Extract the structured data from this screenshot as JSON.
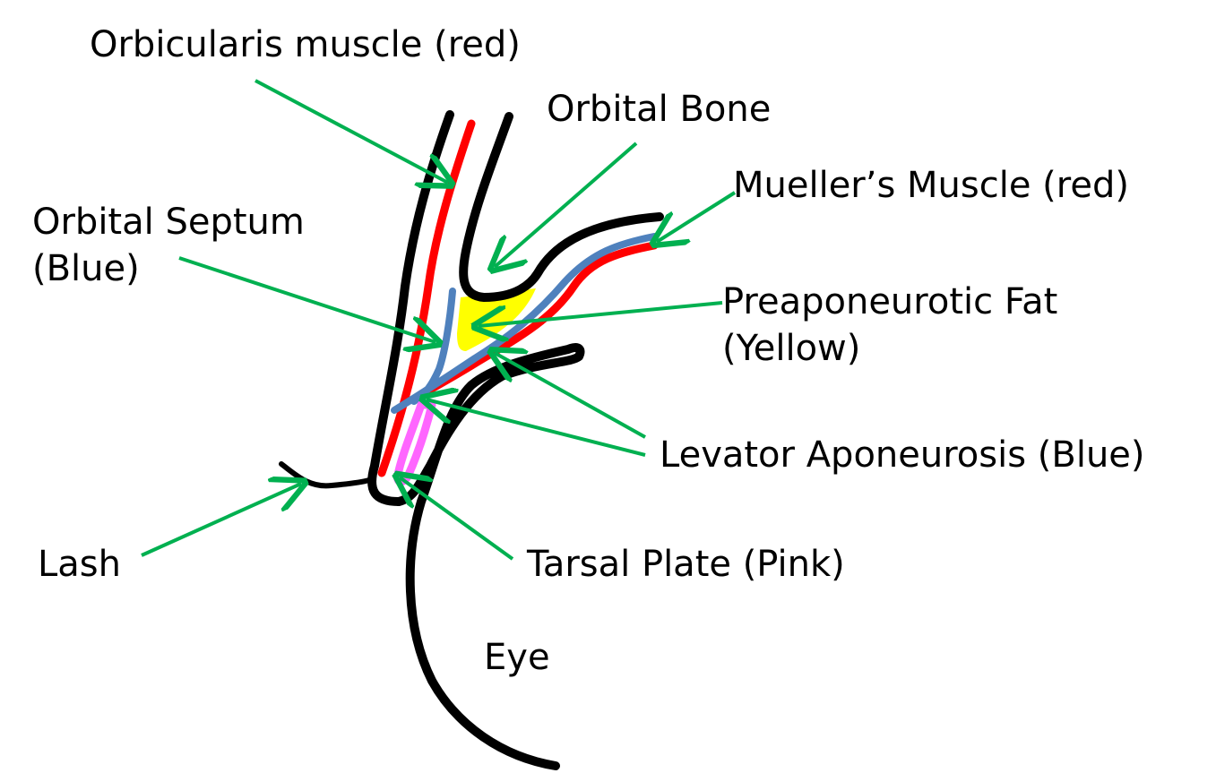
{
  "labels": {
    "orbicularis": "Orbicularis muscle (red)",
    "orbital_bone": "Orbital Bone",
    "mueller": "Mueller’s Muscle (red)",
    "septum_line1": "Orbital Septum",
    "septum_line2": "(Blue)",
    "fat_line1": "Preaponeurotic Fat",
    "fat_line2": "(Yellow)",
    "levator": "Levator Aponeurosis (Blue)",
    "lash": "Lash",
    "tarsal": "Tarsal Plate (Pink)",
    "eye": "Eye"
  },
  "colors": {
    "outline": "#000000",
    "muscle": "#ff0000",
    "septum": "#4f81bd",
    "fat": "#ffff00",
    "tarsal": "#ff66ff",
    "arrow": "#00b050"
  }
}
